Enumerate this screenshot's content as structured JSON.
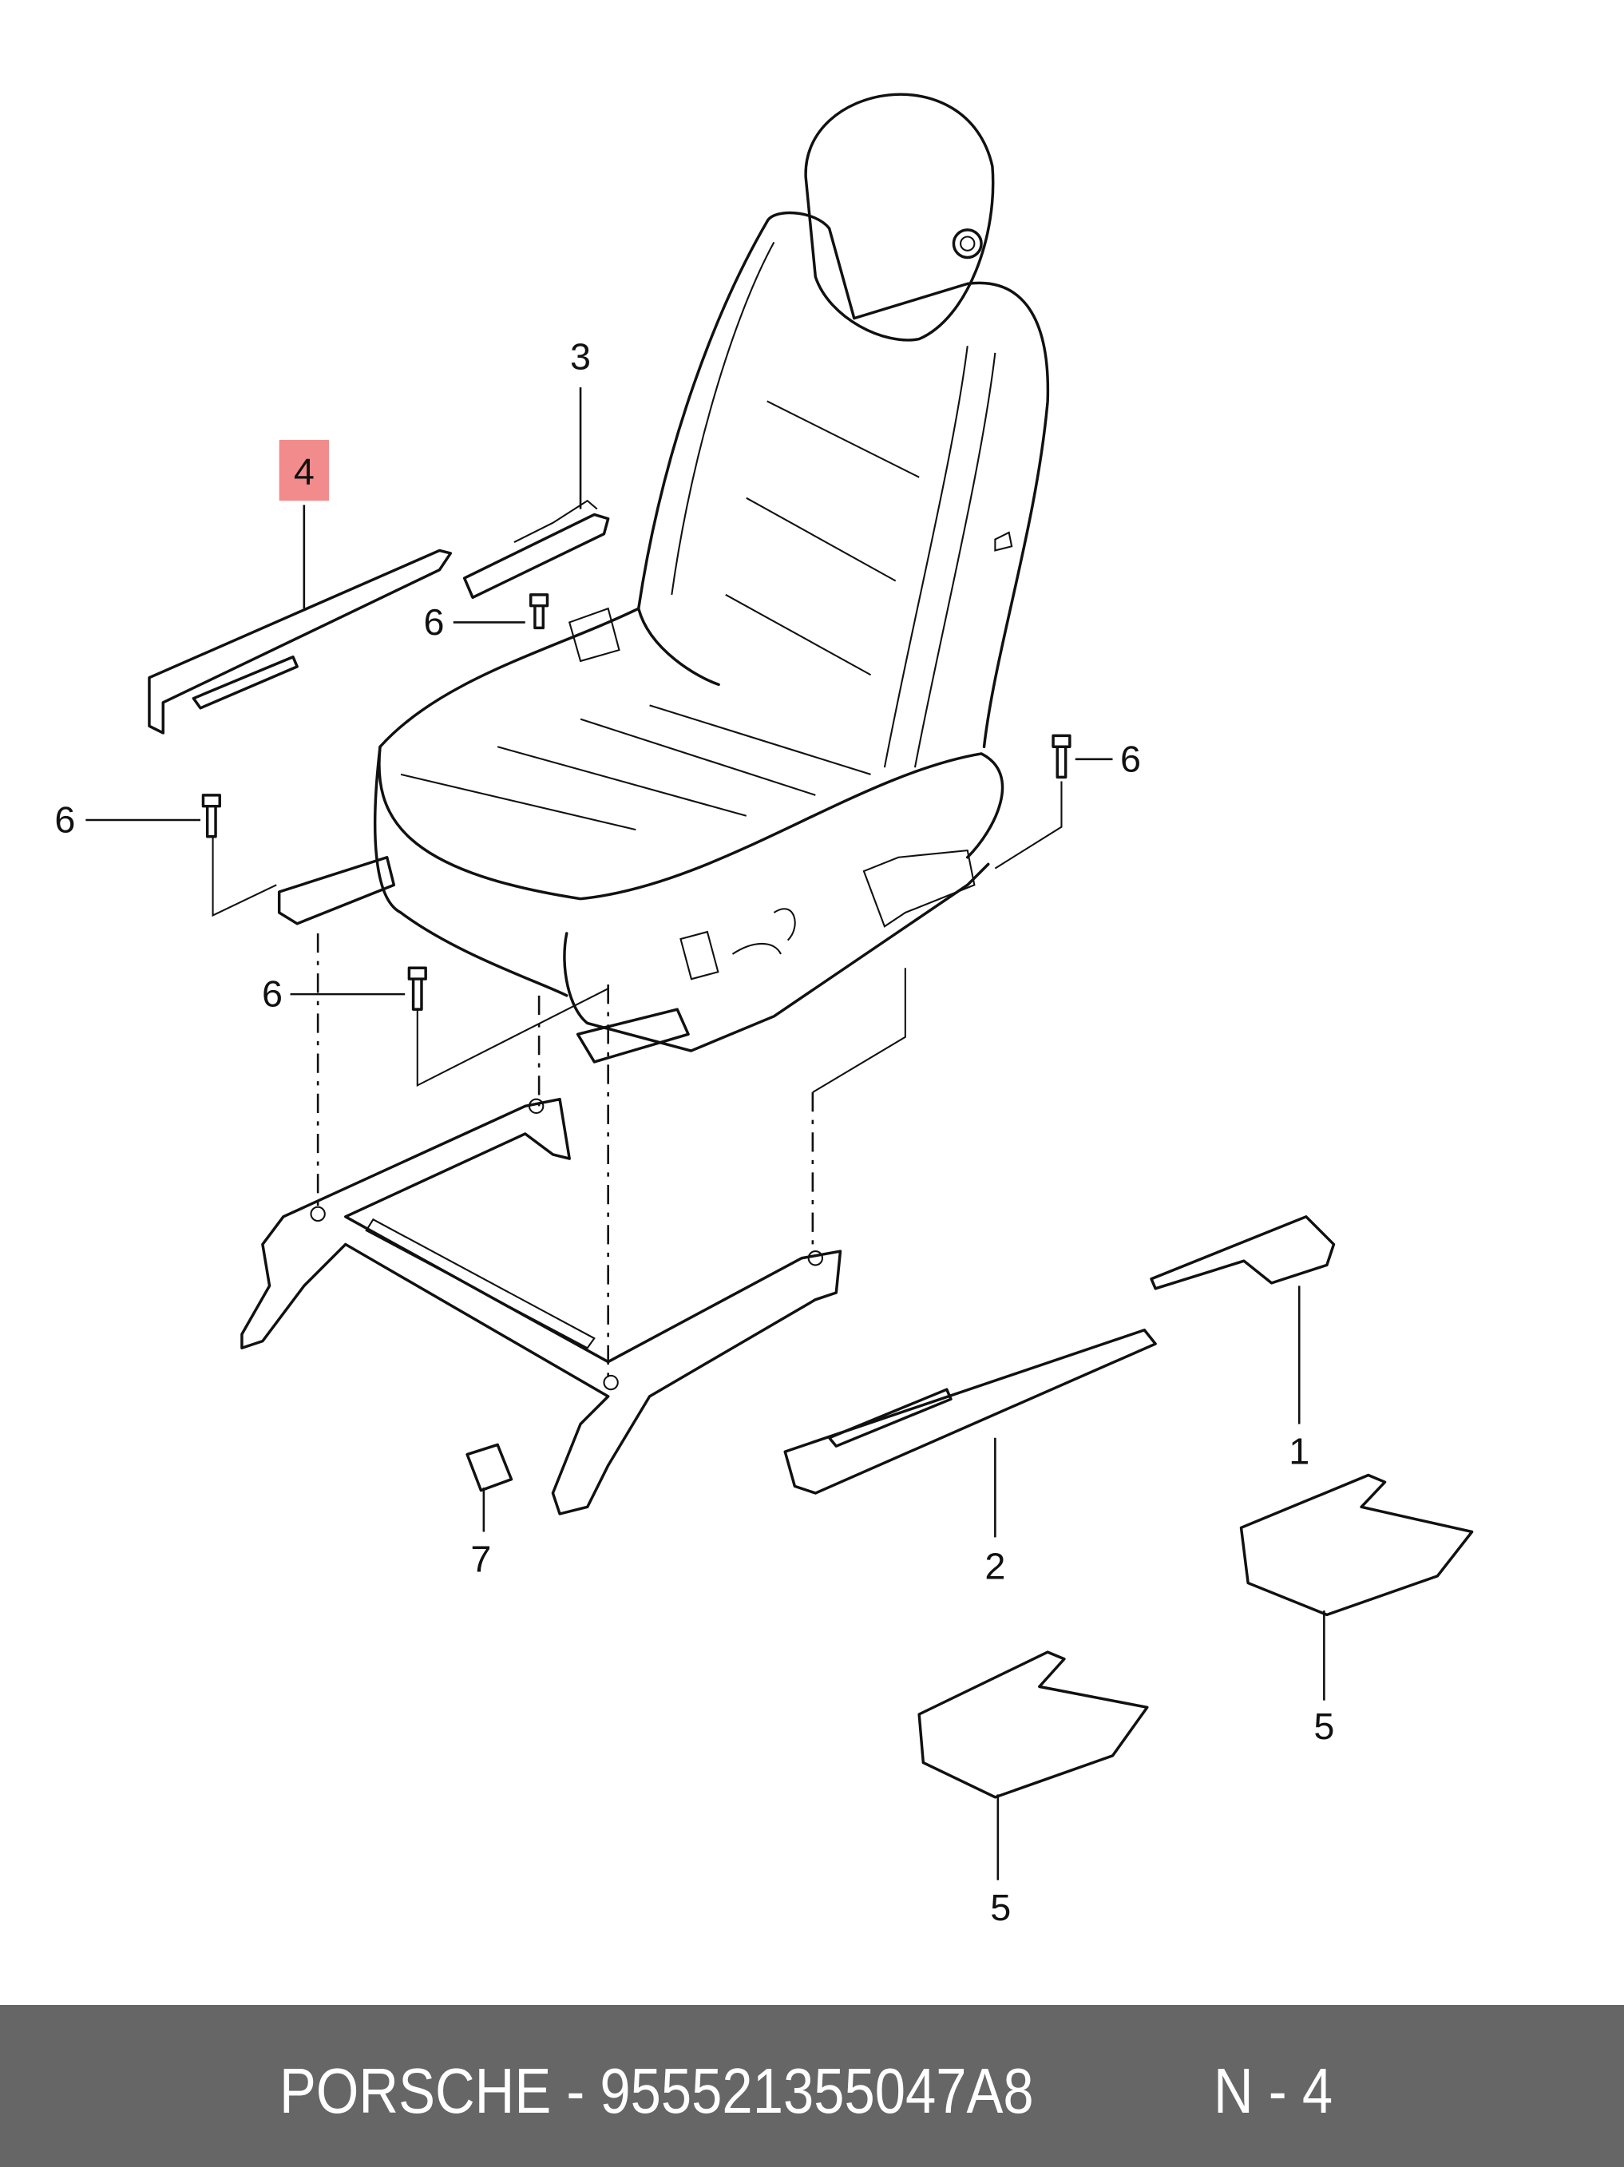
{
  "callouts": {
    "part1": "1",
    "part2": "2",
    "part3": "3",
    "part4": "4",
    "part5a": "5",
    "part5b": "5",
    "part6a": "6",
    "part6b": "6",
    "part6c": "6",
    "part6d": "6",
    "part7": "7"
  },
  "highlight": {
    "callout": "4",
    "color": "#f28b8b"
  },
  "footer": {
    "part_text": "PORSCHE - 955521355047A8",
    "ref_text": "N - 4",
    "background": "#666666"
  }
}
